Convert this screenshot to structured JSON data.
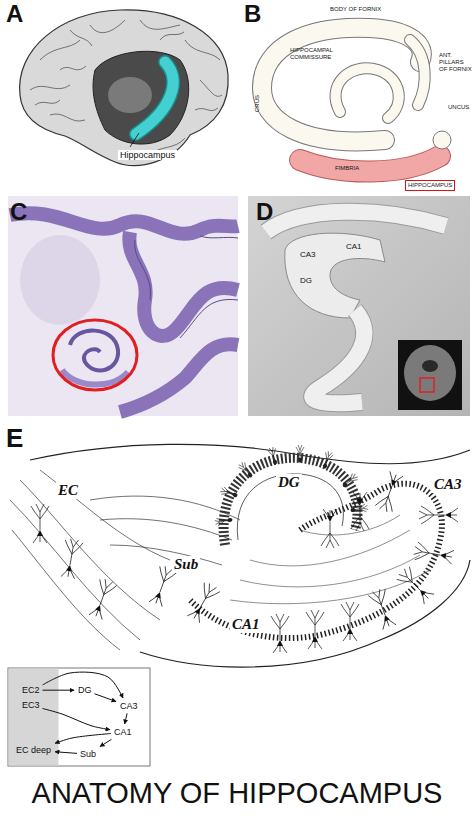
{
  "diagram": {
    "title": "ANATOMY OF HIPPOCAMPUS",
    "nodes": [
      {
        "text": [
          "HIPPOCAMPUS"
        ]
      },
      {
        "text": [
          "EC2"
        ]
      },
      {
        "text": [
          "EC3"
        ]
      },
      {
        "text": [
          "DG"
        ]
      },
      {
        "text": [
          "CA3"
        ]
      },
      {
        "text": [
          "CA1"
        ]
      },
      {
        "text": [
          "Sub"
        ]
      },
      {
        "text": [
          "EC deep"
        ]
      }
    ],
    "edges": [
      {
        "from": 1,
        "to": 3,
        "arrow": "to"
      },
      {
        "from": 1,
        "to": 4,
        "arrow": "to"
      },
      {
        "from": 3,
        "to": 4,
        "arrow": "to"
      },
      {
        "from": 2,
        "to": 5,
        "arrow": "to"
      },
      {
        "from": 4,
        "to": 5,
        "arrow": "to"
      },
      {
        "from": 5,
        "to": 6,
        "arrow": "to"
      },
      {
        "from": 5,
        "to": 7,
        "arrow": "to"
      },
      {
        "from": 6,
        "to": 7,
        "arrow": "to"
      }
    ],
    "labels": [
      "A",
      "Hippocampus",
      "B",
      "BODY OF FORNIX",
      "HIPPOCAMPAL COMMISSURE",
      "ANT. PILLARS OF FORNIX",
      "CRUS",
      "UNCUS",
      "FIMBRIA",
      "C",
      "D",
      "CA3",
      "CA1",
      "DG",
      "E",
      "EC",
      "DG",
      "CA3",
      "Sub",
      "CA1"
    ]
  }
}
